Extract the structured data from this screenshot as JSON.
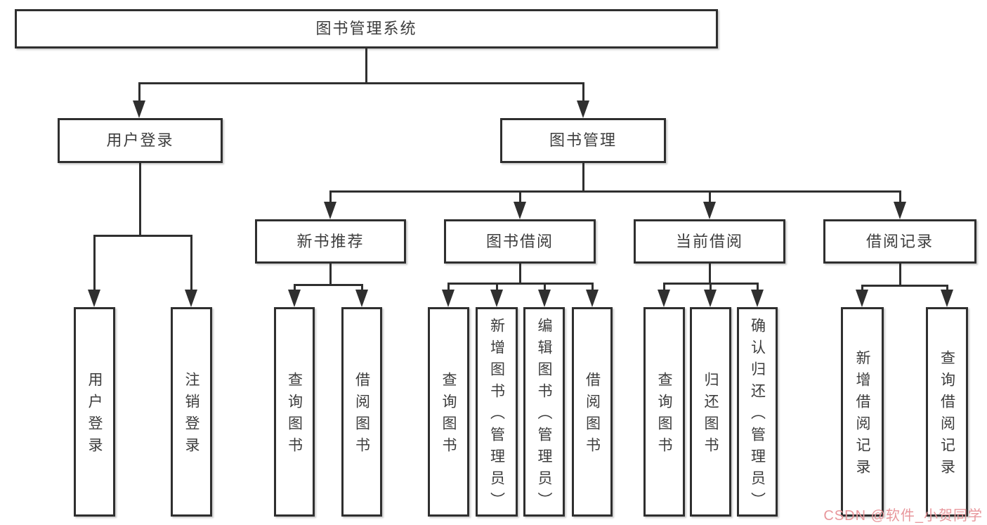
{
  "diagram": {
    "title": "图书管理系统",
    "nodes": [
      {
        "id": "root",
        "label": "图书管理系统"
      },
      {
        "id": "user-login",
        "label": "用户登录"
      },
      {
        "id": "book-mgmt",
        "label": "图书管理"
      },
      {
        "id": "new-book-rec",
        "label": "新书推荐"
      },
      {
        "id": "book-borrow",
        "label": "图书借阅"
      },
      {
        "id": "current-borrow",
        "label": "当前借阅"
      },
      {
        "id": "borrow-record",
        "label": "借阅记录"
      },
      {
        "id": "leaf-user-login",
        "label": "用户登录"
      },
      {
        "id": "leaf-logout",
        "label": "注销登录"
      },
      {
        "id": "leaf-query-book-1",
        "label": "查询图书"
      },
      {
        "id": "leaf-borrow-book-1",
        "label": "借阅图书"
      },
      {
        "id": "leaf-query-book-2",
        "label": "查询图书"
      },
      {
        "id": "leaf-add-book",
        "label": "新增图书（管理员）"
      },
      {
        "id": "leaf-edit-book",
        "label": "编辑图书（管理员）"
      },
      {
        "id": "leaf-borrow-book-2",
        "label": "借阅图书"
      },
      {
        "id": "leaf-query-book-3",
        "label": "查询图书"
      },
      {
        "id": "leaf-return-book",
        "label": "归还图书"
      },
      {
        "id": "leaf-confirm-return",
        "label": "确认归还（管理员）"
      },
      {
        "id": "leaf-add-borrow-record",
        "label": "新增借阅记录"
      },
      {
        "id": "leaf-query-borrow-record",
        "label": "查询借阅记录"
      }
    ],
    "hierarchy": {
      "图书管理系统": {
        "用户登录": [
          "用户登录",
          "注销登录"
        ],
        "图书管理": {
          "新书推荐": [
            "查询图书",
            "借阅图书"
          ],
          "图书借阅": [
            "查询图书",
            "新增图书（管理员）",
            "编辑图书（管理员）",
            "借阅图书"
          ],
          "当前借阅": [
            "查询图书",
            "归还图书",
            "确认归还（管理员）"
          ],
          "借阅记录": [
            "新增借阅记录",
            "查询借阅记录"
          ]
        }
      }
    }
  },
  "watermark": {
    "text": "CSDN @软件_小贺同学"
  },
  "colors": {
    "line": "#2f2f2f",
    "box_border": "#2f2f2f",
    "text": "#3d3d3d",
    "background": "#ffffff",
    "watermark": "#e8979c"
  }
}
